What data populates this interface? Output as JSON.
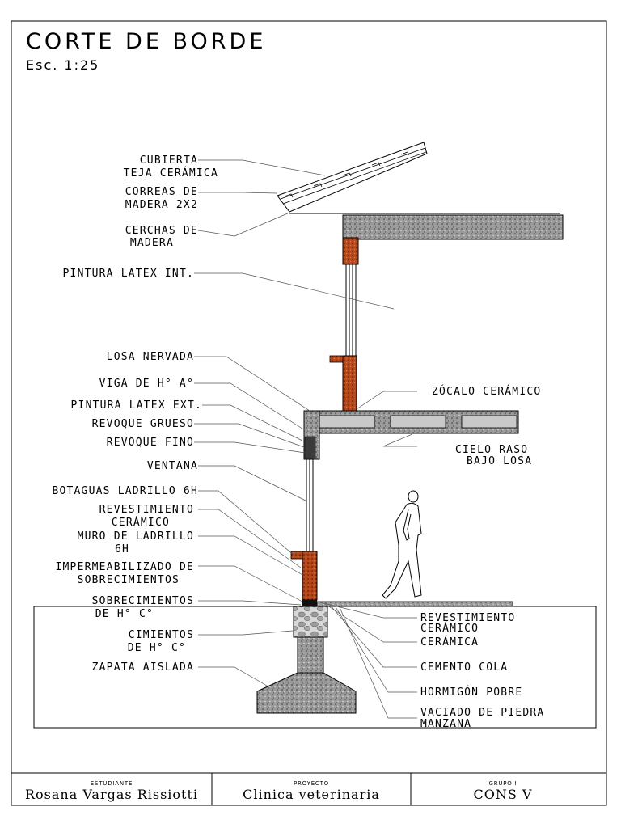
{
  "title": "CORTE DE BORDE",
  "scale": "Esc. 1:25",
  "labels_left": [
    "CUBIERTA",
    "TEJA CERÁMICA",
    "CORREAS DE",
    "MADERA 2X2",
    "CERCHAS DE",
    "MADERA",
    "PINTURA LATEX INT.",
    "LOSA NERVADA",
    "VIGA DE H° A°",
    "PINTURA LATEX EXT.",
    "REVOQUE GRUESO",
    "REVOQUE FINO",
    "VENTANA",
    "BOTAGUAS LADRILLO 6H",
    "REVESTIMIENTO",
    "CERÁMICO",
    "MURO DE LADRILLO",
    "6H",
    "IMPERMEABILIZADO DE",
    "SOBRECIMIENTOS",
    "SOBRECIMIENTOS",
    "DE H° C°",
    "CIMIENTOS",
    "DE H° C°",
    "ZAPATA AISLADA"
  ],
  "labels_right": [
    "ZÓCALO CERÁMICO",
    "CIELO RASO",
    "BAJO LOSA",
    "REVESTIMIENTO",
    "CERÁMICO",
    "CERÁMICA",
    "CEMENTO COLA",
    "HORMIGÓN POBRE",
    "VACIADO DE PIEDRA",
    "MANZANA"
  ],
  "footer": {
    "student_caption": "ESTUDIANTE",
    "student_name": "Rosana Vargas Rissiotti",
    "project_caption": "PROYECTO",
    "project_name": "Clinica veterinaria",
    "group_caption": "GRUPO I",
    "group_name": "CONS V"
  },
  "colors": {
    "brick": "#b5471b",
    "concrete": "#8f8f8f",
    "ceramic": "#b9b9b9",
    "ink": "#000000"
  }
}
